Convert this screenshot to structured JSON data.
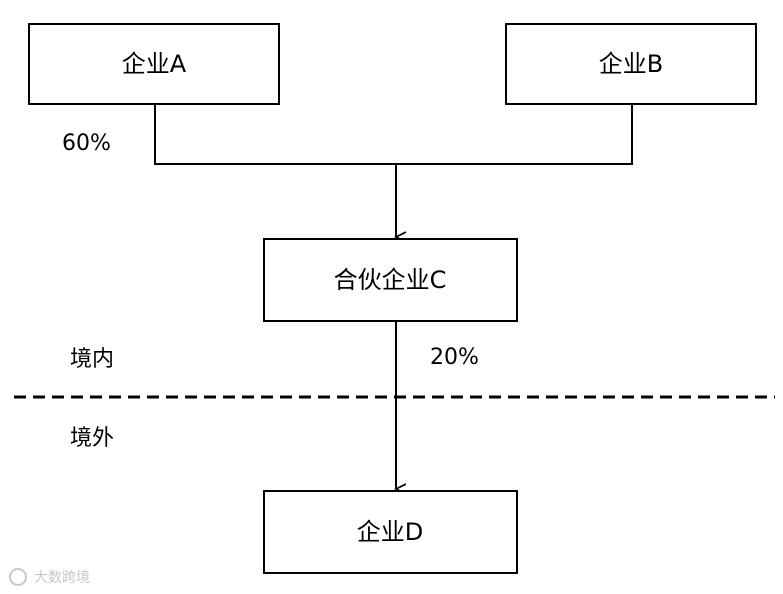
{
  "nodes": {
    "company_a": "企业A",
    "company_b": "企业B",
    "partnership_c": "合伙企业C",
    "company_d": "企业D"
  },
  "edges": {
    "a_share": "60%",
    "c_to_d_share": "20%"
  },
  "regions": {
    "domestic": "境内",
    "overseas": "境外"
  },
  "watermark": "大数跨境"
}
